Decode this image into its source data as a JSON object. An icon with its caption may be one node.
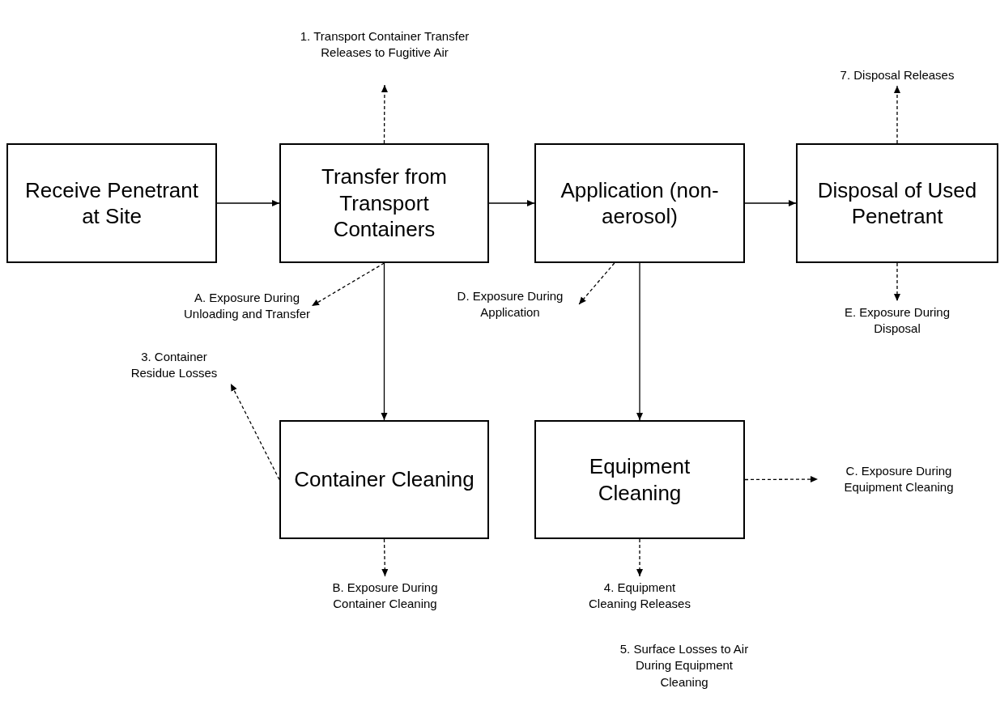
{
  "diagram": {
    "nodes": [
      {
        "text": [
          "Receive Penetrant at Site"
        ]
      },
      {
        "text": [
          "Transfer from Transport Containers"
        ]
      },
      {
        "text": [
          "Application (non-aerosol)"
        ]
      },
      {
        "text": [
          "Disposal of Used Penetrant"
        ]
      },
      {
        "text": [
          "Container Cleaning"
        ]
      },
      {
        "text": [
          "Equipment Cleaning"
        ]
      },
      {
        "text": [
          "1. Transport Container Transfer Releases to Fugitive Air"
        ]
      },
      {
        "text": [
          "7. Disposal Releases"
        ]
      },
      {
        "text": [
          "A. Exposure During Unloading and Transfer"
        ]
      },
      {
        "text": [
          "D. Exposure During Application"
        ]
      },
      {
        "text": [
          "E. Exposure During Disposal"
        ]
      },
      {
        "text": [
          "3. Container Residue Losses"
        ]
      },
      {
        "text": [
          "C. Exposure During Equipment Cleaning"
        ]
      },
      {
        "text": [
          "B. Exposure During Container Cleaning"
        ]
      },
      {
        "text": [
          "4. Equipment Cleaning Releases"
        ]
      }
    ],
    "edges": [
      {
        "from": 0,
        "to": 1,
        "arrow": "to"
      },
      {
        "from": 1,
        "to": 2,
        "arrow": "to"
      },
      {
        "from": 2,
        "to": 3,
        "arrow": "to"
      },
      {
        "from": 1,
        "to": 4,
        "arrow": "to"
      },
      {
        "from": 2,
        "to": 5,
        "arrow": "to"
      },
      {
        "from": 1,
        "to": 6,
        "arrow": "to",
        "style": "dashed"
      },
      {
        "from": 1,
        "to": 8,
        "arrow": "to",
        "style": "dashed"
      },
      {
        "from": 2,
        "to": 9,
        "arrow": "to",
        "style": "dashed"
      },
      {
        "from": 3,
        "to": 7,
        "arrow": "to",
        "style": "dashed"
      },
      {
        "from": 3,
        "to": 10,
        "arrow": "to",
        "style": "dashed"
      },
      {
        "from": 4,
        "to": 11,
        "arrow": "to",
        "style": "dashed"
      },
      {
        "from": 4,
        "to": 13,
        "arrow": "to",
        "style": "dashed"
      },
      {
        "from": 5,
        "to": 14,
        "arrow": "to",
        "style": "dashed"
      },
      {
        "from": 5,
        "to": 12,
        "arrow": "to",
        "style": "dashed"
      }
    ],
    "labels": [
      "5. Surface Losses to Air During Equipment Cleaning"
    ]
  }
}
